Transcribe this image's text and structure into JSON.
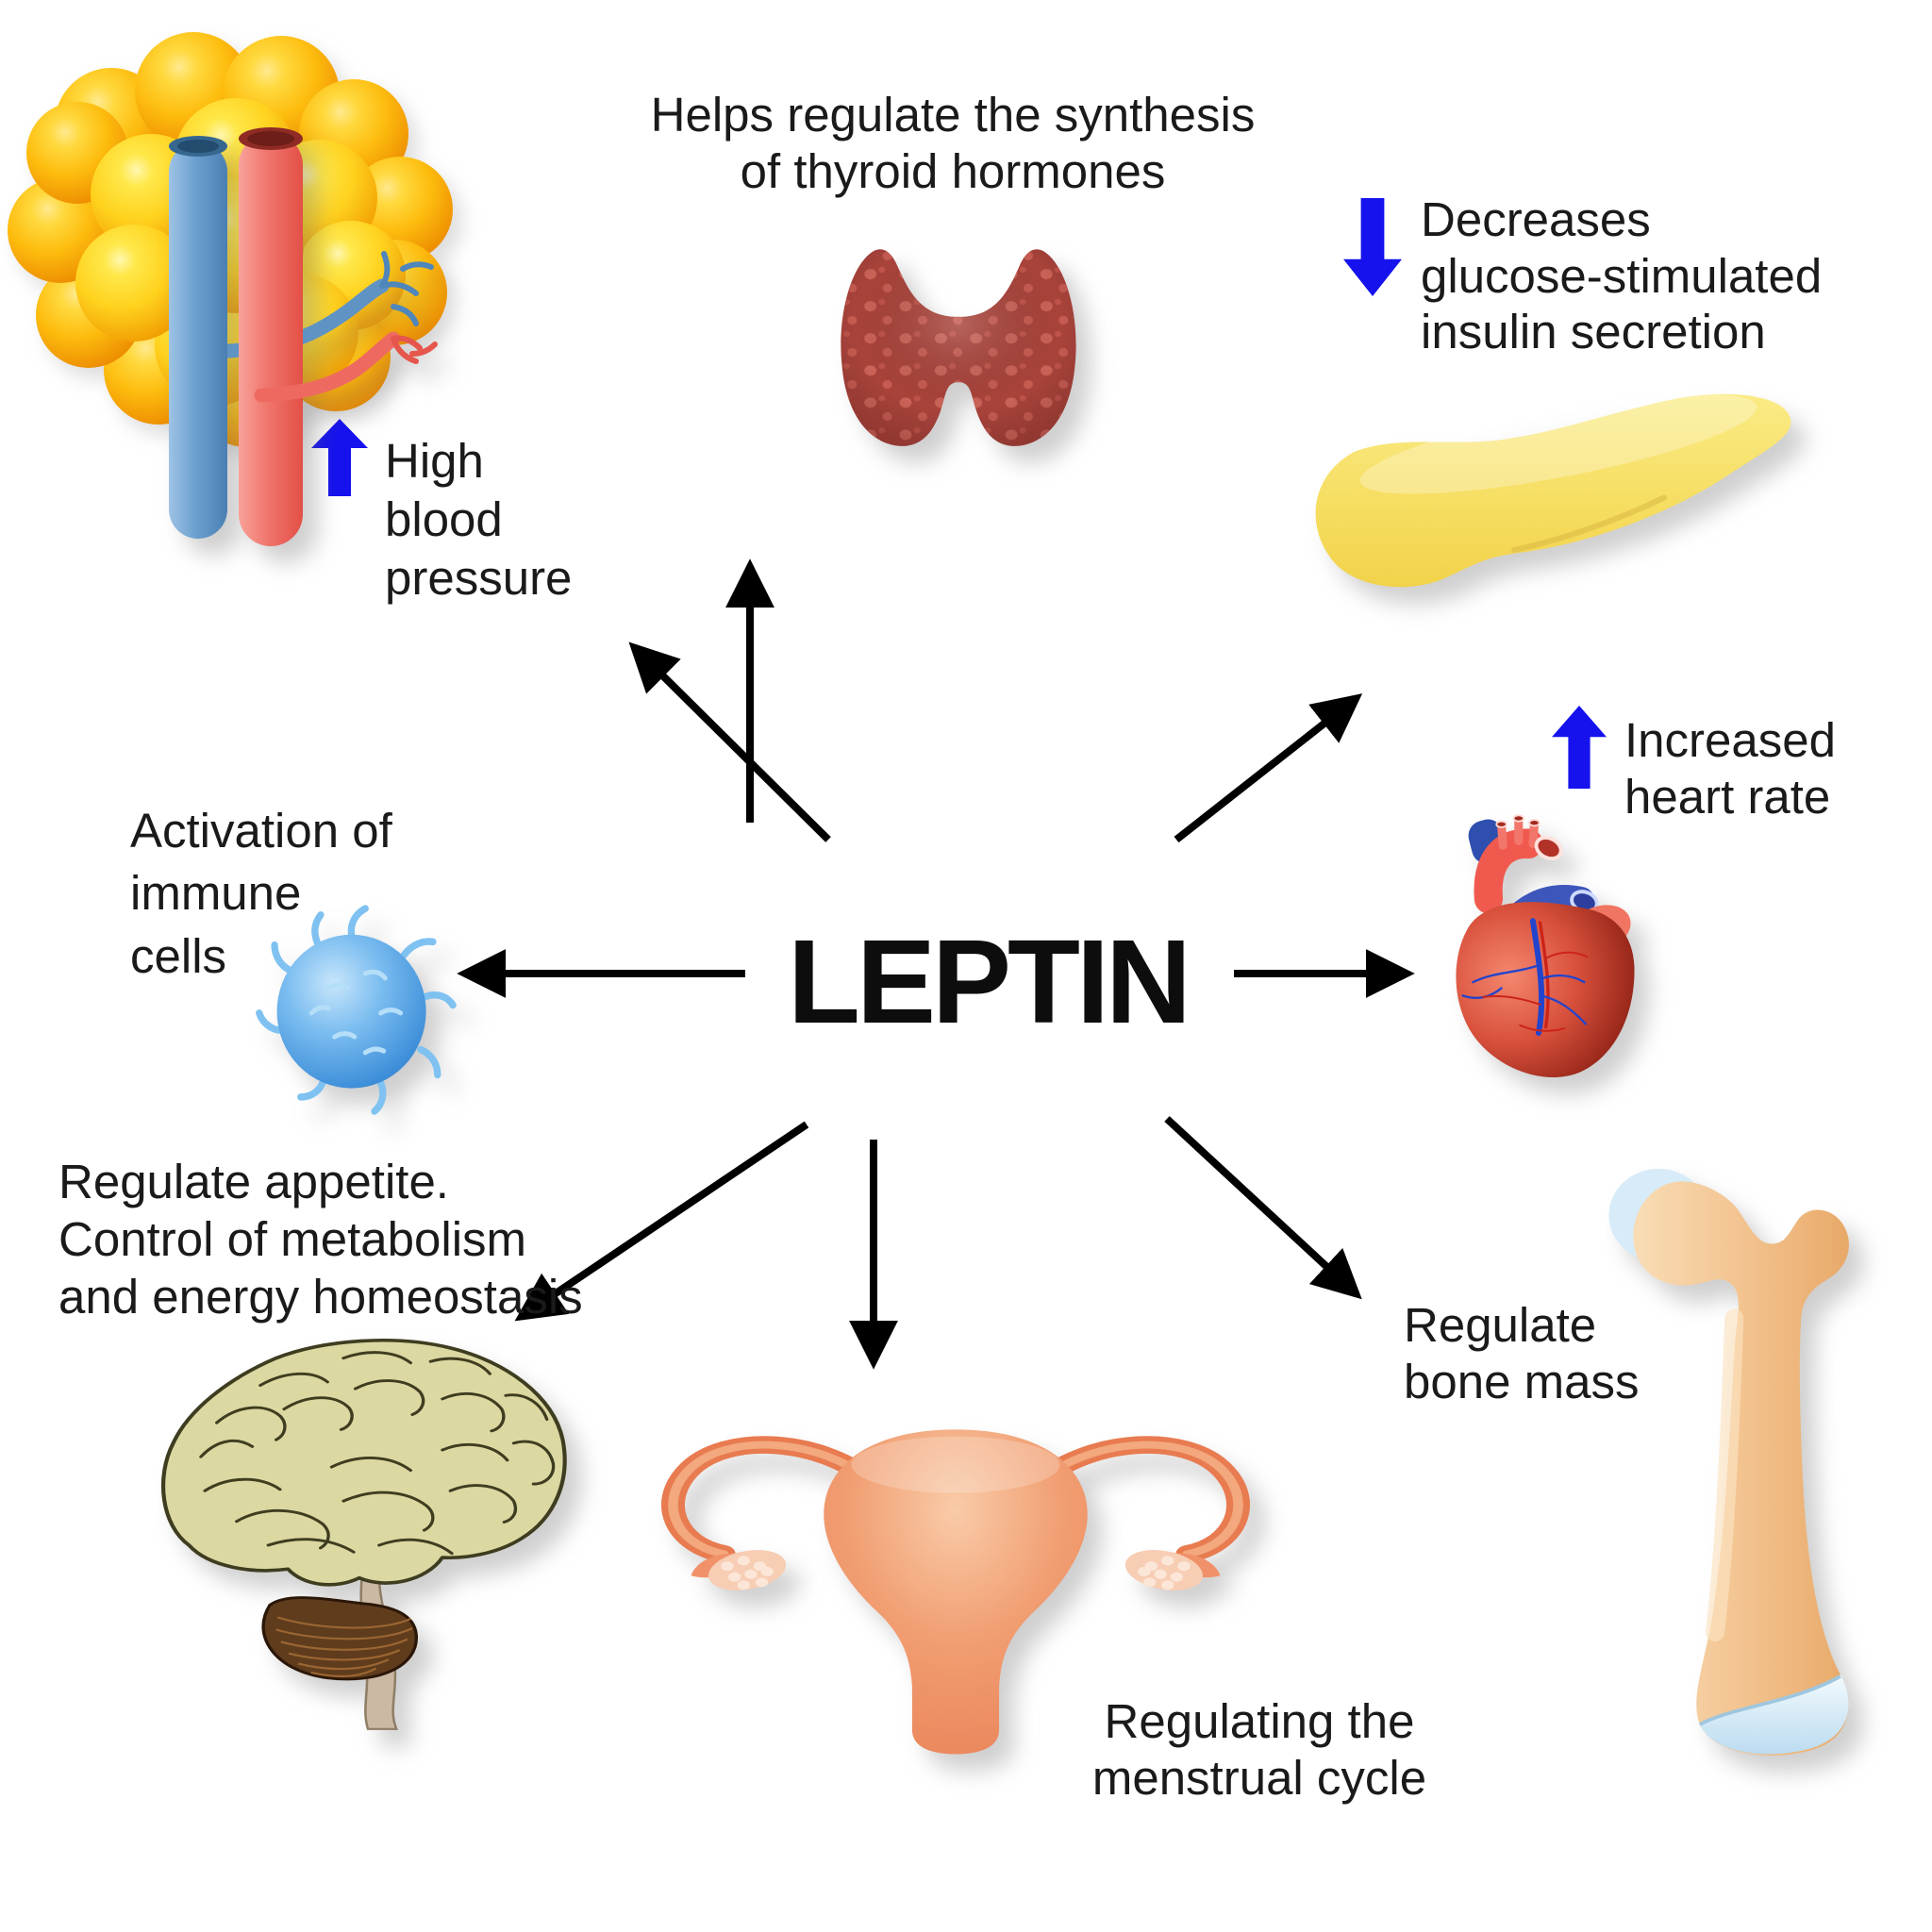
{
  "page": {
    "background": "#ffffff",
    "kind": "medical infographic"
  },
  "center": {
    "label": "LEPTIN"
  },
  "labels": {
    "thyroid": "Helps regulate the synthesis\nof thyroid hormones",
    "insulin": "Decreases\nglucose-stimulated\ninsulin secretion",
    "heart": "Increased\nheart rate",
    "bone": "Regulate\nbone mass",
    "menstrual": "Regulating the\nmenstrual cycle",
    "brain": "Regulate appetite.\nControl of metabolism\nand energy homeostasis",
    "immune": "Activation of\nimmune\ncells",
    "blood_pressure": "High\nblood\npressure"
  },
  "indicators": [
    {
      "icon": "up-arrow-icon",
      "meaning": "increase",
      "color": "#1512ee",
      "applies_to": "blood_pressure"
    },
    {
      "icon": "down-arrow-icon",
      "meaning": "decrease",
      "color": "#1512ee",
      "applies_to": "insulin"
    },
    {
      "icon": "up-arrow-icon",
      "meaning": "increase",
      "color": "#1512ee",
      "applies_to": "heart"
    }
  ],
  "illustrations": [
    {
      "name": "blood-vessels-illustration",
      "colors": [
        "#6ca0cf",
        "#ee5f55"
      ]
    },
    {
      "name": "thyroid-gland-illustration",
      "colors": [
        "#a8433b",
        "#d0685c"
      ]
    },
    {
      "name": "pancreas-illustration",
      "colors": [
        "#f8e472",
        "#f2d24a"
      ]
    },
    {
      "name": "heart-illustration",
      "colors": [
        "#d8503c",
        "#3d56bb",
        "#f05a4e"
      ]
    },
    {
      "name": "femur-bone-illustration",
      "colors": [
        "#f3c79b",
        "#cfe8f6"
      ]
    },
    {
      "name": "uterus-illustration",
      "colors": [
        "#f09468",
        "#e87b50"
      ]
    },
    {
      "name": "brain-illustration",
      "colors": [
        "#dcd8a2",
        "#5f3c1c",
        "#cbb9a4"
      ]
    },
    {
      "name": "immune-cell-illustration",
      "colors": [
        "#4aa0e8",
        "#7fc2f1"
      ]
    },
    {
      "name": "fat-tissue-illustration",
      "colors": [
        "#ffd21e",
        "#f59b00"
      ]
    }
  ],
  "arrows": {
    "radial_color": "#000000",
    "count": 8
  }
}
